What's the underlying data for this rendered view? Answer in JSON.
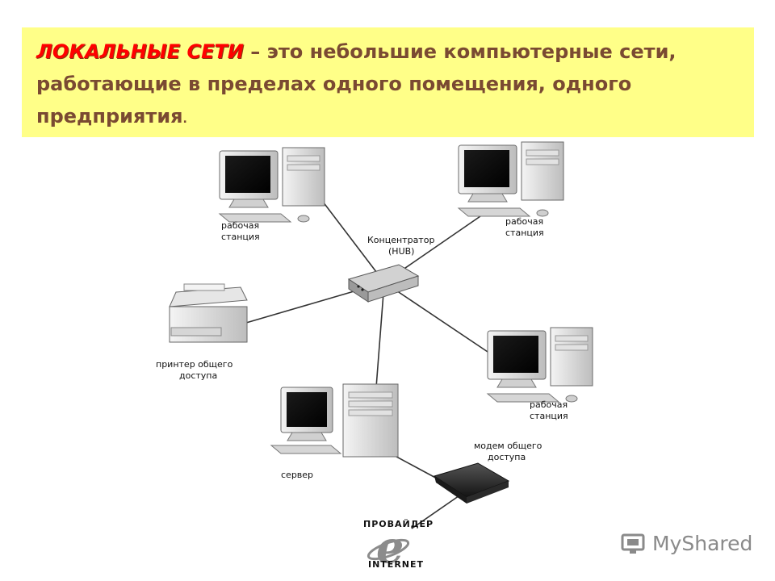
{
  "header": {
    "term": "ЛОКАЛЬНЫЕ СЕТИ",
    "definition": " – это небольшие компьютерные сети, работающие в пределах одного помещения, одного предприятия",
    "period": "."
  },
  "labels": {
    "ws_top_left": [
      "рабочая",
      "станция"
    ],
    "ws_top_right": [
      "рабочая",
      "станция"
    ],
    "ws_right": [
      "рабочая",
      "станция"
    ],
    "hub": [
      "Концентратор",
      "(HUB)"
    ],
    "printer": [
      "принтер общего",
      "доступа"
    ],
    "server": "сервер",
    "modem": [
      "модем общего",
      "доступа"
    ],
    "provider": "ПРОВАЙДЕР",
    "internet": "INTERNET"
  },
  "watermark": "MyShared",
  "colors": {
    "banner": "#ffff88",
    "term": "#ff0000",
    "text": "#7a4a32"
  }
}
